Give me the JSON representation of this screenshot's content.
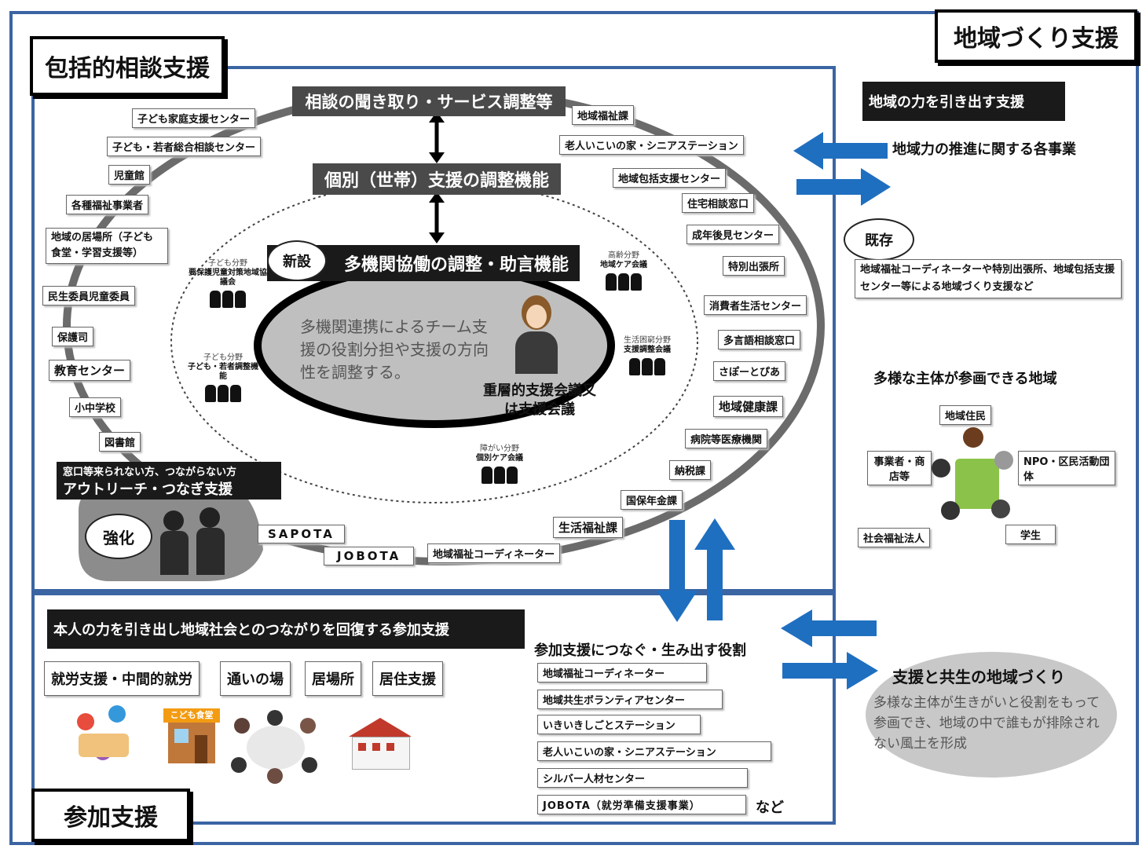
{
  "region_titles": {
    "community": "地域づくり支援",
    "comprehensive": "包括的相談支援",
    "participation": "参加支援"
  },
  "center": {
    "listening": "相談の聞き取り・サービス調整等",
    "individual": "個別（世帯）支援の調整機能",
    "new_badge": "新設",
    "multi_agency": "多機関協働の調整・助言機能",
    "team_text": "多機関連携によるチーム支援の役割分担や支援の方向性を調整する。",
    "meeting": "重層的支援会議又は支援会議"
  },
  "meetings": [
    {
      "field": "子ども分野",
      "name": "要保護児童対策地域協議会"
    },
    {
      "field": "高齢分野",
      "name": "地域ケア会議"
    },
    {
      "field": "子ども分野",
      "name": "子ども・若者調整機能"
    },
    {
      "field": "生活困窮分野",
      "name": "支援調整会議"
    },
    {
      "field": "障がい分野",
      "name": "個別ケア会議"
    }
  ],
  "ring_left": [
    "子ども家庭支援センター",
    "子ども・若者総合相談センター",
    "児童館",
    "各種福祉事業者",
    "地域の居場所（子ども食堂・学習支援等）",
    "民生委員児童委員",
    "保護司",
    "教育センター",
    "小中学校",
    "図書館"
  ],
  "ring_right": [
    "地域福祉課",
    "老人いこいの家・シニアステーション",
    "地域包括支援センター",
    "住宅相談窓口",
    "成年後見センター",
    "特別出張所",
    "消費者生活センター",
    "多言語相談窓口",
    "さぽーとぴあ",
    "地域健康課",
    "病院等医療機関",
    "納税課",
    "国保年金課",
    "生活福祉課"
  ],
  "ring_bottom": [
    "SAPOTA",
    "JOBOTA",
    "地域福祉コーディネーター"
  ],
  "outreach": {
    "subtitle": "窓口等来られない方、つながらない方",
    "title": "アウトリーチ・つなぎ支援",
    "badge": "強化"
  },
  "community": {
    "header": "地域の力を引き出す支援",
    "projects": "地域力の推進に関する各事業",
    "existing_badge": "既存",
    "existing_text": "地域福祉コーディネーターや特別出張所、地域包括支援センター等による地域づくり支援など",
    "diverse_title": "多様な主体が参画できる地域",
    "actors": [
      "地域住民",
      "事業者・商店等",
      "NPO・区民活動団体",
      "社会福祉法人",
      "学生"
    ]
  },
  "participation": {
    "header": "本人の力を引き出し地域社会とのつながりを回復する参加支援",
    "types": [
      "就労支援・中間的就労",
      "通いの場",
      "居場所",
      "居住支援"
    ],
    "role_title": "参加支援につなぐ・生み出す役割",
    "roles": [
      "地域福祉コーディネーター",
      "地域共生ボランティアセンター",
      "いきいきしごとステーション",
      "老人いこいの家・シニアステーション",
      "シルバー人材センター",
      "JOBOTA（就労準備支援事業）"
    ],
    "etc": "など",
    "kodomo_sign": "こども食堂"
  },
  "coexistence": {
    "title": "支援と共生の地域づくり",
    "text": "多様な主体が生きがいと役割をもって参画でき、地域の中で誰もが排除されない風土を形成"
  },
  "colors": {
    "frame": "#3b64a3",
    "arrow": "#1f6fc0",
    "dark": "#1a1a1a",
    "gray": "#4a4a4a"
  }
}
